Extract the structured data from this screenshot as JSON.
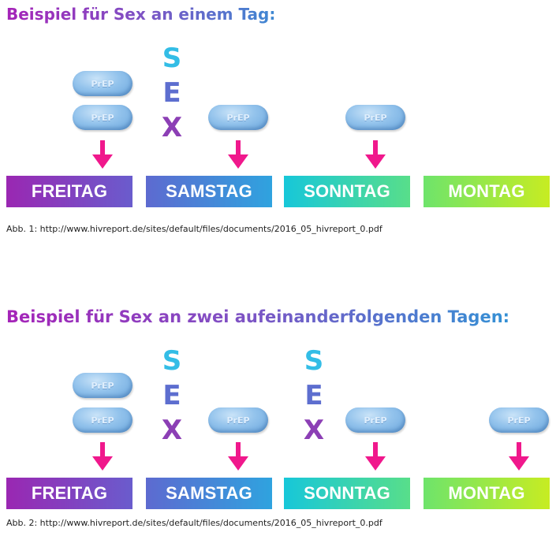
{
  "section1": {
    "title": "Beispiel für Sex an einem Tag:",
    "caption": "Abb. 1: http://www.hivreport.de/sites/default/files/documents/2016_05_hivreport_0.pdf"
  },
  "section2": {
    "title": "Beispiel für Sex an zwei aufeinanderfolgenden Tagen:",
    "caption": "Abb. 2: http://www.hivreport.de/sites/default/files/documents/2016_05_hivreport_0.pdf"
  },
  "days": [
    "FREITAG",
    "SAMSTAG",
    "SONNTAG",
    "MONTAG"
  ],
  "pill_label": "PrEP",
  "sex_letters": [
    "S",
    "E",
    "X"
  ],
  "colors": {
    "arrow": "#f0188c",
    "title_start": "#a523b8",
    "title_end": "#2f95d6",
    "pill": "#93c3ec"
  }
}
